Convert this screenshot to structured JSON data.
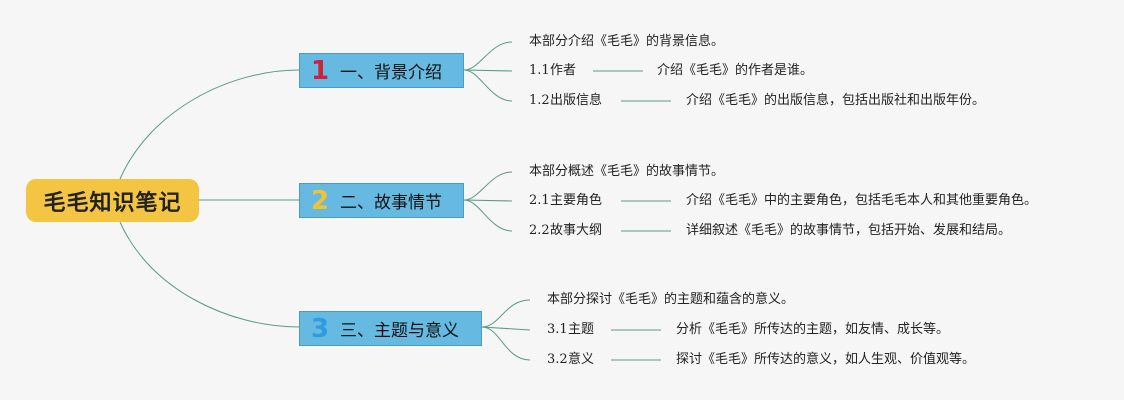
{
  "root": {
    "title": "毛毛知识笔记",
    "color": "#f4c542"
  },
  "branch_color": "#66b9e0",
  "line_color": "#5a9a83",
  "branches": [
    {
      "number": "1",
      "number_color": "#d0213b",
      "title": "一、背景介绍",
      "intro": "本部分介绍《毛毛》的背景信息。",
      "items": [
        {
          "id": "1.1",
          "name": "作者",
          "desc": "介绍《毛毛》的作者是谁。"
        },
        {
          "id": "1.2",
          "name": "出版信息",
          "desc": "介绍《毛毛》的出版信息，包括出版社和出版年份。"
        }
      ]
    },
    {
      "number": "2",
      "number_color": "#f2c230",
      "title": "二、故事情节",
      "intro": "本部分概述《毛毛》的故事情节。",
      "items": [
        {
          "id": "2.1",
          "name": "主要角色",
          "desc": "介绍《毛毛》中的主要角色，包括毛毛本人和其他重要角色。"
        },
        {
          "id": "2.2",
          "name": "故事大纲",
          "desc": "详细叙述《毛毛》的故事情节，包括开始、发展和结局。"
        }
      ]
    },
    {
      "number": "3",
      "number_color": "#2f9be0",
      "title": "三、主题与意义",
      "intro": "本部分探讨《毛毛》的主题和蕴含的意义。",
      "items": [
        {
          "id": "3.1",
          "name": "主题",
          "desc": "分析《毛毛》所传达的主题，如友情、成长等。"
        },
        {
          "id": "3.2",
          "name": "意义",
          "desc": "探讨《毛毛》所传达的意义，如人生观、价值观等。"
        }
      ]
    }
  ]
}
